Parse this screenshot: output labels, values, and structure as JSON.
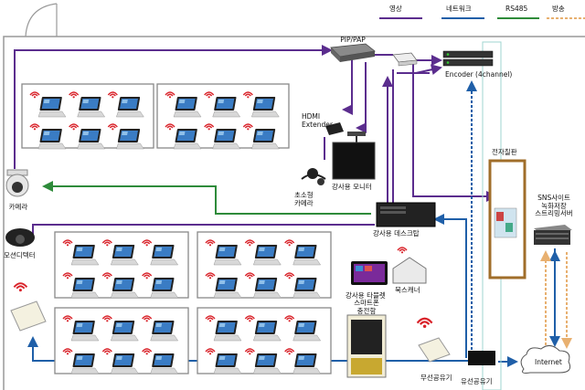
{
  "legend": {
    "items": [
      {
        "label": "영상",
        "color": "#5b2d8e"
      },
      {
        "label": "네트워크",
        "color": "#1f5fa8"
      },
      {
        "label": "RS485",
        "color": "#2e8b3a"
      },
      {
        "label": "방송",
        "color": "#e8b070"
      }
    ]
  },
  "devices": {
    "pip": "PIP/PAP",
    "encoder": "Encoder (4channel)",
    "hdmi": "HDMI\nExtender",
    "camera": "카메라",
    "small_camera": "초소형\n카메라",
    "lecturer_monitor": "강사용 모니터",
    "motion_detector": "모션디텍터",
    "lecturer_desktop": "강사용 데스크탑",
    "lecturer_tablet": "강사용 타블렛",
    "box_scanner": "북스캐너",
    "smartphone_charger": "스마트폰\n충전함",
    "wireless_router": "무선공유기",
    "wired_router": "유선공유기",
    "internet": "Internet",
    "e_board": "전자칠판",
    "sns_server": "SNS사이트\n녹화저장\n스트리밍서버"
  },
  "colors": {
    "video": "#5b2d8e",
    "network": "#1f5fa8",
    "rs485": "#2e8b3a",
    "broadcast": "#e8b070",
    "wifi": "#d9232a"
  }
}
